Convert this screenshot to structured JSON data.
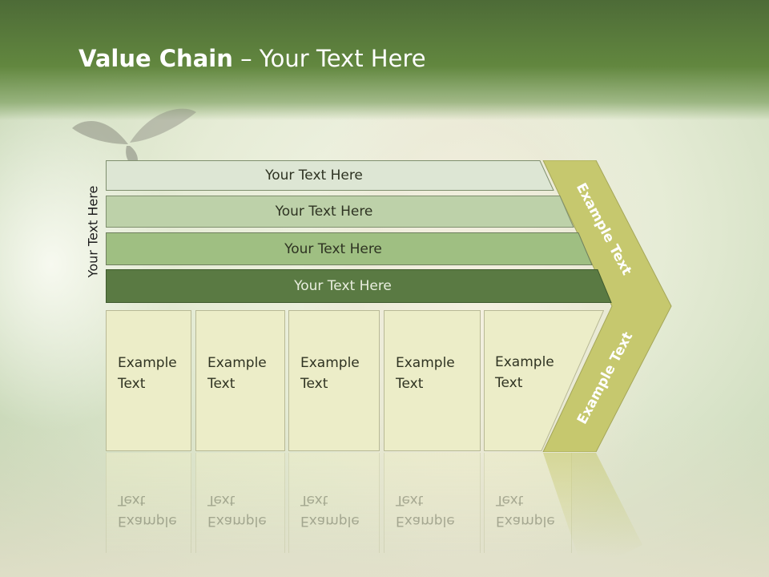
{
  "title": {
    "bold": "Value Chain",
    "rest": " – Your Text Here"
  },
  "side_label": "Your Text Here",
  "bars": [
    {
      "label": "Your Text Here",
      "fill": "#dde6d4"
    },
    {
      "label": "Your Text Here",
      "fill": "#bdd1a9"
    },
    {
      "label": "Your Text Here",
      "fill": "#9fbf82"
    },
    {
      "label": "Your Text Here",
      "fill": "#5a7a43"
    }
  ],
  "boxes": [
    {
      "text": "Example\nText"
    },
    {
      "text": "Example\nText"
    },
    {
      "text": "Example\nText"
    },
    {
      "text": "Example\nText"
    },
    {
      "text": "Example\nText"
    }
  ],
  "chevron": {
    "upper_text": "Example Text",
    "lower_text": "Example Text",
    "fill": "#c6c86e"
  }
}
